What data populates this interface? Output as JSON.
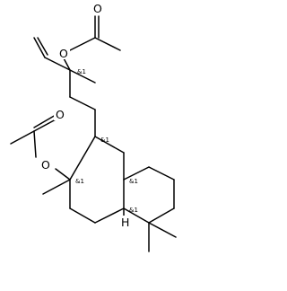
{
  "molecule": {
    "atoms": {
      "o_upper": "O",
      "o_upper_carbonyl": "O",
      "o_lower": "O",
      "o_lower_carbonyl": "O",
      "h_ring_junction": "H"
    },
    "stereo_marks": {
      "c13": "&1",
      "c8": "&1",
      "c9": "&1",
      "c10": "&1",
      "c5": "&1"
    }
  },
  "colors": {
    "bond": "#000000",
    "label": "#000000",
    "background": "#ffffff"
  }
}
